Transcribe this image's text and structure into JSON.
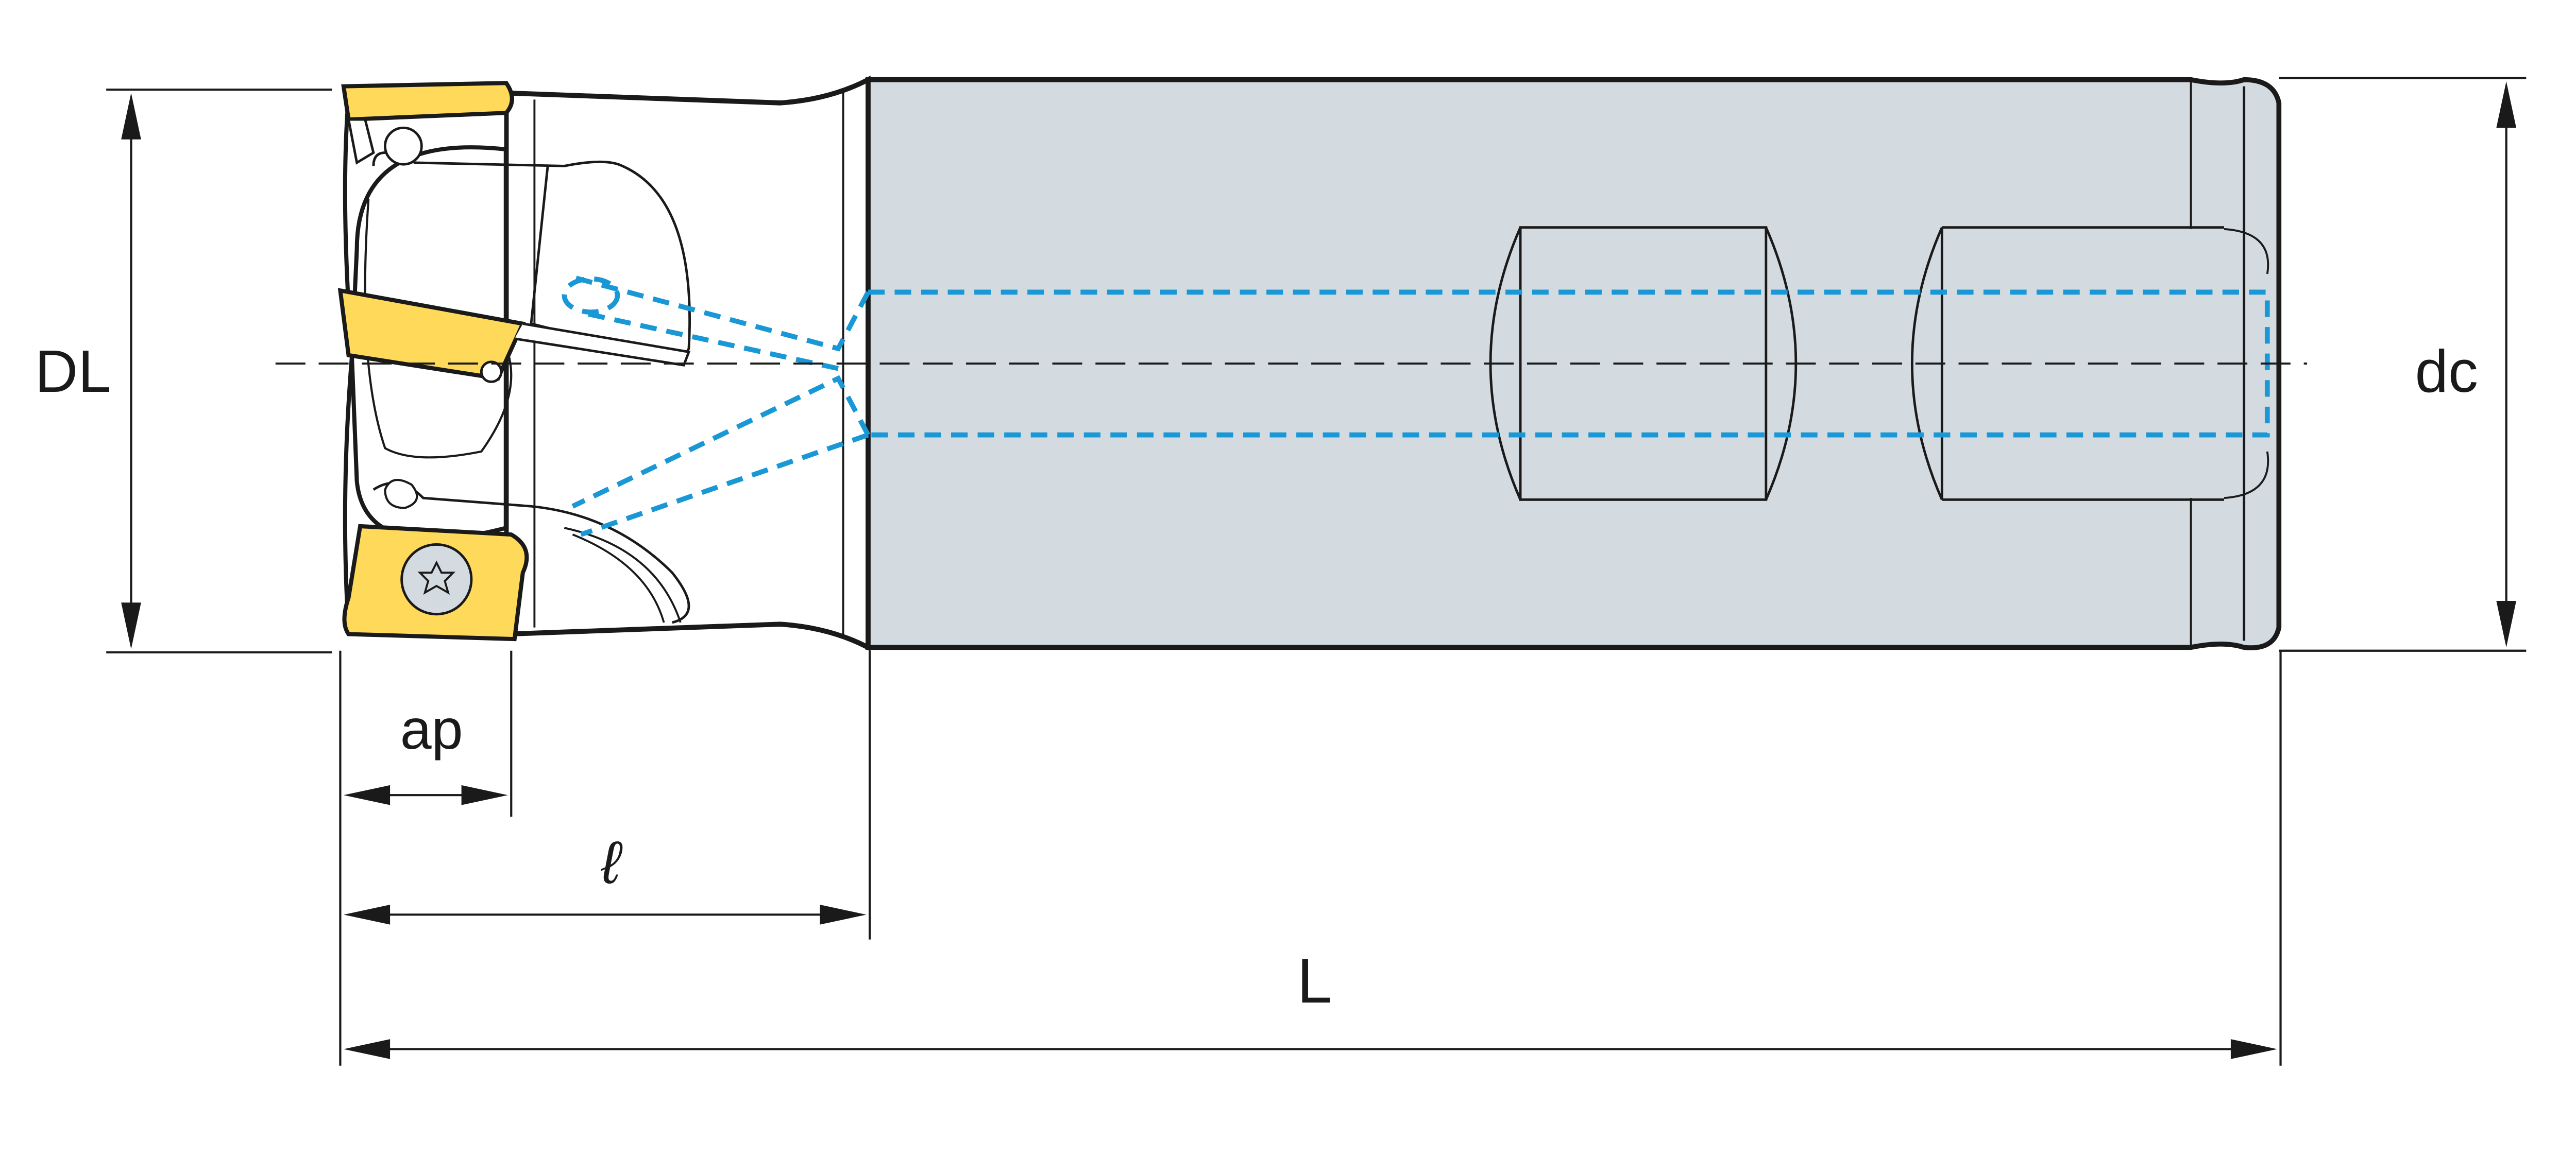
{
  "labels": {
    "DL": "DL",
    "dc": "dc",
    "ap": "ap",
    "l": "ℓ",
    "L": "L"
  },
  "colors": {
    "body_fill": "#d3dbe0",
    "outline": "#1a1a1a",
    "insert_fill": "#ffd95a",
    "coolant": "#1a98d5",
    "background": "#ffffff"
  }
}
